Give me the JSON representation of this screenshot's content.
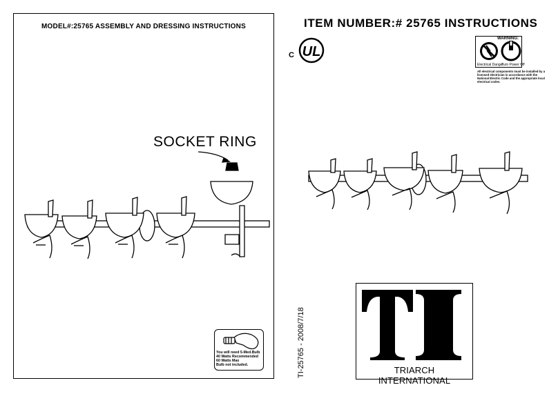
{
  "left_panel": {
    "title": "MODEL#:25765 ASSEMBLY AND DRESSING INSTRUCTIONS",
    "socket_label": "SOCKET RING",
    "bulb_note": [
      "You will need 5-Med.Bulb",
      "40 Watts Recommended",
      "60 Watts Max",
      "Bulb not included."
    ],
    "date_code": "TI-25765 - 2008/7/18"
  },
  "right_panel": {
    "title": "ITEM NUMBER:# 25765  INSTRUCTIONS",
    "ul_mark": "UL",
    "ul_prefix": "C",
    "warning": {
      "title": "WARNING:",
      "electrical_danger": "Electrical Danger",
      "turn_power_off": "Turn Power Off",
      "note": "All electrical components must be installed by a licensed electrician in accordance with the National Electric Code and the appropriate local electrical codes."
    },
    "logo_letters": "TI",
    "logo_caption": "TRIARCH INTERNATIONAL"
  },
  "icons": [
    "ul-certification-icon",
    "no-electrical-danger-icon",
    "power-switch-off-icon",
    "light-bulb-icon",
    "vanity-fixture-diagram"
  ]
}
